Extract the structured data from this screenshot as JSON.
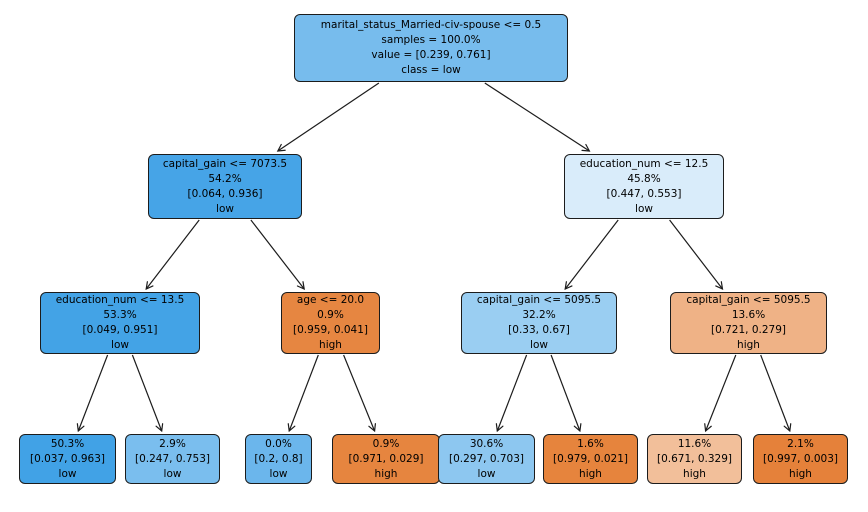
{
  "figure": {
    "background": "#ffffff",
    "edge_color": "#1c1c1c",
    "class_names": [
      "high",
      "low"
    ],
    "class_base_colors": {
      "high": "#e58139",
      "low": "#399de5"
    }
  },
  "tree": {
    "nodes": [
      {
        "id": 0,
        "color": "#77bced",
        "lines": [
          "marital_status_Married-civ-spouse <= 0.5",
          "samples = 100.0%",
          "value = [0.239, 0.761]",
          "class = low"
        ]
      },
      {
        "id": 1,
        "color": "#46a4e7",
        "lines": [
          "capital_gain <= 7073.5",
          "54.2%",
          "[0.064, 0.936]",
          "low"
        ]
      },
      {
        "id": 2,
        "color": "#d9ecfa",
        "lines": [
          "education_num <= 12.5",
          "45.8%",
          "[0.447, 0.553]",
          "low"
        ]
      },
      {
        "id": 3,
        "color": "#43a3e6",
        "lines": [
          "education_num <= 13.5",
          "53.3%",
          "[0.049, 0.951]",
          "low"
        ]
      },
      {
        "id": 4,
        "color": "#e68641",
        "lines": [
          "age <= 20.0",
          "0.9%",
          "[0.959, 0.041]",
          "high"
        ]
      },
      {
        "id": 5,
        "color": "#9acef2",
        "lines": [
          "capital_gain <= 5095.5",
          "32.2%",
          "[0.33, 0.67]",
          "low"
        ]
      },
      {
        "id": 6,
        "color": "#efb286",
        "lines": [
          "capital_gain <= 5095.5",
          "13.6%",
          "[0.721, 0.279]",
          "high"
        ]
      },
      {
        "id": 7,
        "color": "#41a2e6",
        "lines": [
          "50.3%",
          "[0.037, 0.963]",
          "low"
        ]
      },
      {
        "id": 8,
        "color": "#7abeee",
        "lines": [
          "2.9%",
          "[0.247, 0.753]",
          "low"
        ]
      },
      {
        "id": 9,
        "color": "#6bb6ec",
        "lines": [
          "0.0%",
          "[0.2, 0.8]",
          "low"
        ]
      },
      {
        "id": 10,
        "color": "#e6853f",
        "lines": [
          "0.9%",
          "[0.971, 0.029]",
          "high"
        ]
      },
      {
        "id": 11,
        "color": "#8dc7f0",
        "lines": [
          "30.6%",
          "[0.297, 0.703]",
          "low"
        ]
      },
      {
        "id": 12,
        "color": "#e6843d",
        "lines": [
          "1.6%",
          "[0.979, 0.021]",
          "high"
        ]
      },
      {
        "id": 13,
        "color": "#f2bf9a",
        "lines": [
          "11.6%",
          "[0.671, 0.329]",
          "high"
        ]
      },
      {
        "id": 14,
        "color": "#e5813a",
        "lines": [
          "2.1%",
          "[0.997, 0.003]",
          "high"
        ]
      }
    ],
    "edges": [
      [
        0,
        1
      ],
      [
        0,
        2
      ],
      [
        1,
        3
      ],
      [
        1,
        4
      ],
      [
        2,
        5
      ],
      [
        2,
        6
      ],
      [
        3,
        7
      ],
      [
        3,
        8
      ],
      [
        4,
        9
      ],
      [
        4,
        10
      ],
      [
        5,
        11
      ],
      [
        5,
        12
      ],
      [
        6,
        13
      ],
      [
        6,
        14
      ]
    ]
  }
}
